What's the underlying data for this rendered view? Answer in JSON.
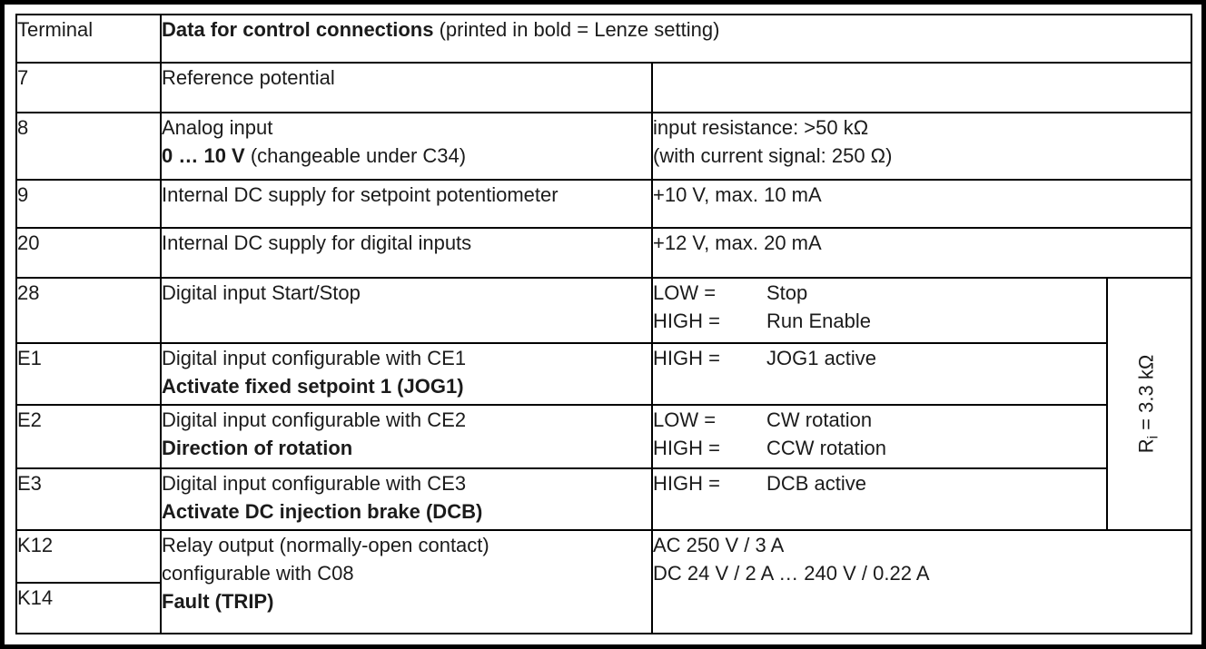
{
  "document": {
    "background": "#ffffff",
    "frame_color": "#000000",
    "border_color": "#000000",
    "text_color": "#1b1b1b"
  },
  "table": {
    "header": {
      "terminal_label": "Terminal",
      "data_label_bold": "Data for control connections",
      "data_label_normal": " (printed in bold = Lenze setting)"
    },
    "rows": [
      {
        "terminal": "7",
        "description": {
          "line1": "Reference potential"
        },
        "value": {}
      },
      {
        "terminal": "8",
        "description": {
          "line1": "Analog input",
          "line2_bold": "0 … 10 V",
          "line2_rest": " (changeable under C34)"
        },
        "value": {
          "line1": "input resistance: >50 kΩ",
          "line2": "(with current signal: 250 Ω)"
        }
      },
      {
        "terminal": "9",
        "description": {
          "line1": "Internal DC supply for setpoint potentiometer"
        },
        "value": {
          "line1": "+10 V, max. 10 mA"
        }
      },
      {
        "terminal": "20",
        "description": {
          "line1": "Internal DC supply for digital inputs"
        },
        "value": {
          "line1": "+12 V, max. 20 mA"
        }
      },
      {
        "terminal": "28",
        "description": {
          "line1": "Digital input Start/Stop"
        },
        "states": [
          {
            "level": "LOW =",
            "meaning": "Stop"
          },
          {
            "level": "HIGH =",
            "meaning": "Run Enable"
          }
        ]
      },
      {
        "terminal": "E1",
        "description": {
          "line1": "Digital input configurable with CE1",
          "line2_bold": "Activate fixed setpoint 1 (JOG1)"
        },
        "states": [
          {
            "level": "HIGH =",
            "meaning": "JOG1 active"
          }
        ]
      },
      {
        "terminal": "E2",
        "description": {
          "line1": "Digital input configurable with CE2",
          "line2_bold": "Direction of rotation"
        },
        "states": [
          {
            "level": "LOW =",
            "meaning": "CW rotation"
          },
          {
            "level": "HIGH =",
            "meaning": "CCW rotation"
          }
        ]
      },
      {
        "terminal": "E3",
        "description": {
          "line1": "Digital input configurable with CE3",
          "line2_bold": "Activate DC injection brake (DCB)"
        },
        "states": [
          {
            "level": "HIGH =",
            "meaning": "DCB active"
          }
        ]
      },
      {
        "terminal_top": "K12",
        "terminal_bottom": "K14",
        "description": {
          "line1": "Relay output (normally-open contact)",
          "line2": "configurable with C08",
          "line3_bold": "Fault (TRIP)"
        },
        "value": {
          "line1": "AC 250 V / 3 A",
          "line2": "DC 24 V / 2 A … 240 V / 0.22 A"
        }
      }
    ],
    "side_note": {
      "symbol": "R",
      "subscript": "i",
      "text": " = 3.3 kΩ"
    }
  }
}
